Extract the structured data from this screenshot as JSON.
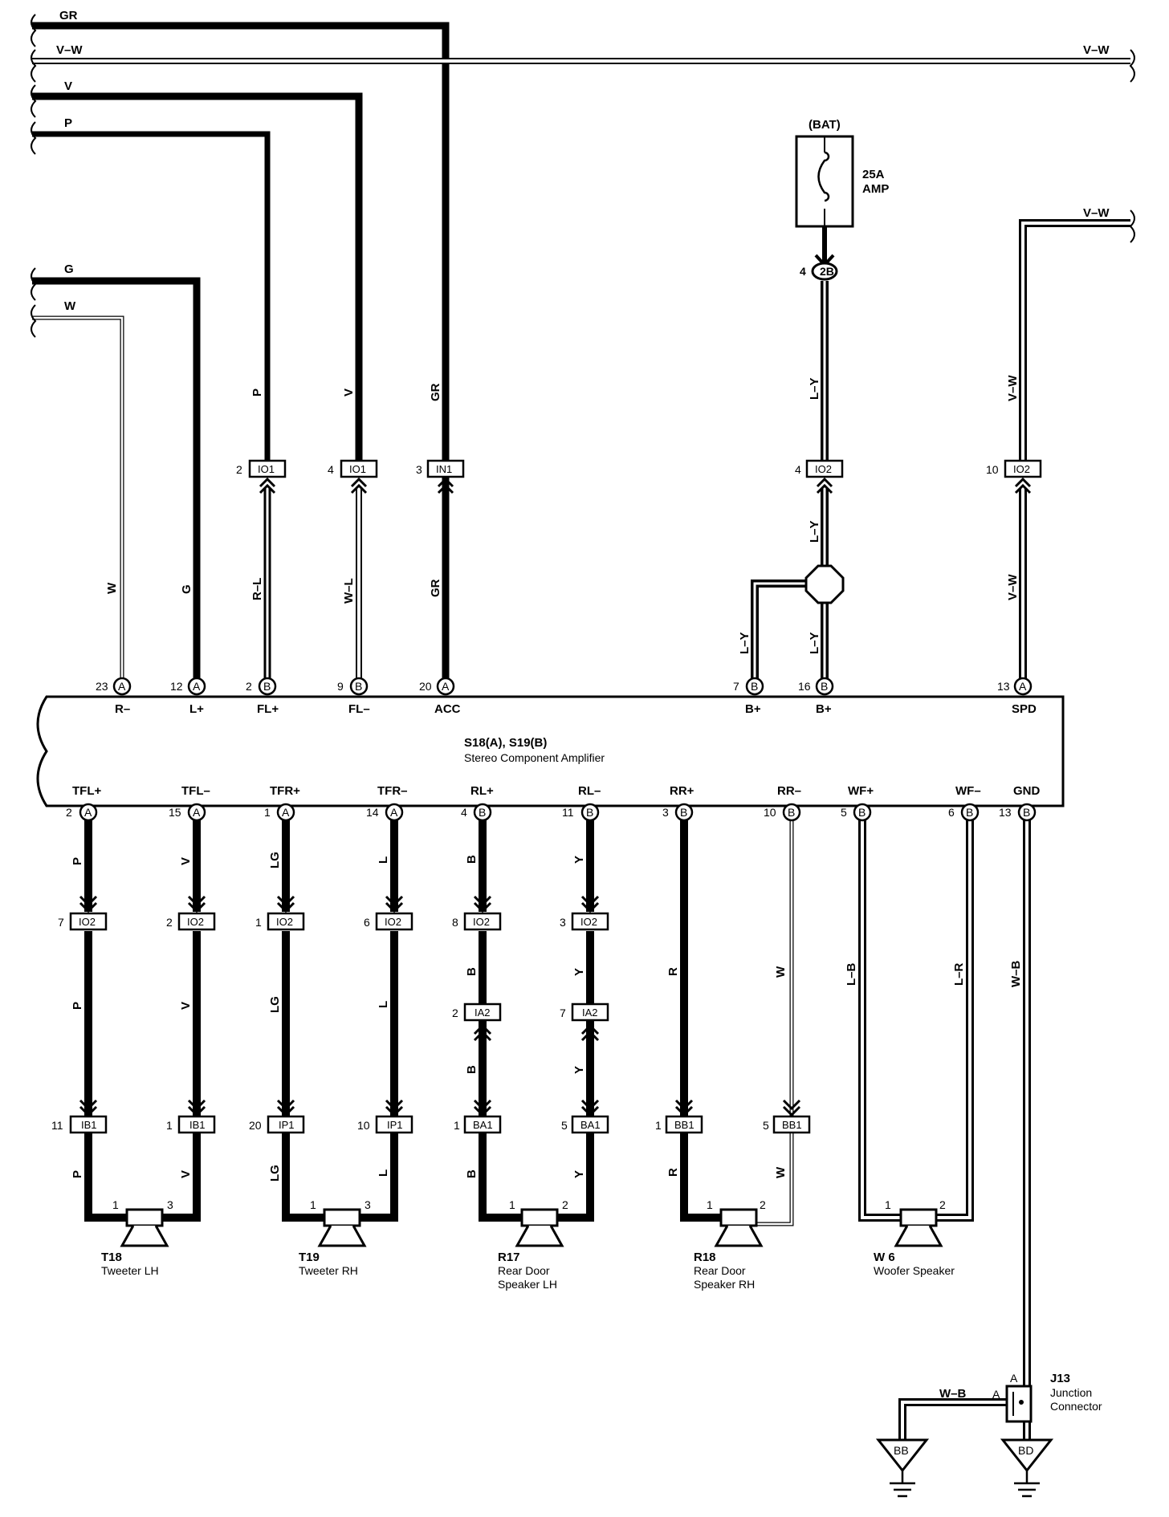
{
  "top_wires": [
    "GR",
    "V–W",
    "V",
    "P",
    "G",
    "W"
  ],
  "v_w_right_label": "V–W",
  "v_w_right2_label": "V–W",
  "fuse": {
    "source": "(BAT)",
    "rating": "25A",
    "name": "AMP"
  },
  "fuse_conn": {
    "pin": "4",
    "id": "2B"
  },
  "fuse_wire": "L–Y",
  "upper_wires": [
    {
      "id": "w-col",
      "above": "",
      "below": "W",
      "pin": "23",
      "letter": "A",
      "term": "R–"
    },
    {
      "id": "g-col",
      "above": "",
      "below": "G",
      "pin": "12",
      "letter": "A",
      "term": "L+"
    },
    {
      "id": "p-col",
      "above": "P",
      "conn_pin": "2",
      "conn": "IO1",
      "below": "R–L",
      "pin": "2",
      "letter": "B",
      "term": "FL+"
    },
    {
      "id": "v-col",
      "above": "V",
      "conn_pin": "4",
      "conn": "IO1",
      "below": "W–L",
      "pin": "9",
      "letter": "B",
      "term": "FL–"
    },
    {
      "id": "gr-col",
      "above": "GR",
      "conn_pin": "3",
      "conn": "IN1",
      "below": "GR",
      "pin": "20",
      "letter": "A",
      "term": "ACC"
    },
    {
      "id": "ly-col",
      "above": "L–Y",
      "conn_pin": "4",
      "conn": "IO2",
      "below": "L–Y",
      "pin": "16",
      "letter": "B",
      "term": "B+"
    },
    {
      "id": "vw-col",
      "above": "V–W",
      "conn_pin": "10",
      "conn": "IO2",
      "below": "V–W",
      "pin": "13",
      "letter": "A",
      "term": "SPD"
    }
  ],
  "ly_branch": {
    "wire": "L–Y",
    "pin": "7",
    "letter": "B",
    "term": "B+"
  },
  "amp": {
    "title": "S18(A), S19(B)",
    "name": "Stereo Component Amplifier"
  },
  "lower": [
    {
      "term": "TFL+",
      "pin": "2",
      "letter": "A",
      "w1": "P",
      "c1p": "7",
      "c1": "IO2",
      "w2": "P",
      "c3p": "11",
      "c3": "IB1",
      "w4": "P"
    },
    {
      "term": "TFL–",
      "pin": "15",
      "letter": "A",
      "w1": "V",
      "c1p": "2",
      "c1": "IO2",
      "w2": "V",
      "c3p": "1",
      "c3": "IB1",
      "w4": "V"
    },
    {
      "term": "TFR+",
      "pin": "1",
      "letter": "A",
      "w1": "LG",
      "c1p": "1",
      "c1": "IO2",
      "w2": "LG",
      "c3p": "20",
      "c3": "IP1",
      "w4": "LG"
    },
    {
      "term": "TFR–",
      "pin": "14",
      "letter": "A",
      "w1": "L",
      "c1p": "6",
      "c1": "IO2",
      "w2": "L",
      "c3p": "10",
      "c3": "IP1",
      "w4": "L"
    },
    {
      "term": "RL+",
      "pin": "4",
      "letter": "B",
      "w1": "B",
      "c1p": "8",
      "c1": "IO2",
      "w2": "B",
      "c2p": "2",
      "c2": "IA2",
      "w3": "B",
      "c3p": "1",
      "c3": "BA1",
      "w4": "B"
    },
    {
      "term": "RL–",
      "pin": "11",
      "letter": "B",
      "w1": "Y",
      "c1p": "3",
      "c1": "IO2",
      "w2": "Y",
      "c2p": "7",
      "c2": "IA2",
      "w3": "Y",
      "c3p": "5",
      "c3": "BA1",
      "w4": "Y"
    },
    {
      "term": "RR+",
      "pin": "3",
      "letter": "B",
      "w2": "R",
      "c3p": "1",
      "c3": "BB1",
      "w4": "R"
    },
    {
      "term": "RR–",
      "pin": "10",
      "letter": "B",
      "w2": "W",
      "c3p": "5",
      "c3": "BB1",
      "w4": "W"
    },
    {
      "term": "WF+",
      "pin": "5",
      "letter": "B",
      "w2": "L–B"
    },
    {
      "term": "WF–",
      "pin": "6",
      "letter": "B",
      "w2": "L–R"
    },
    {
      "term": "GND",
      "pin": "13",
      "letter": "B",
      "w2": "W–B"
    }
  ],
  "speakers": [
    {
      "id": "T18",
      "name": "Tweeter LH",
      "p1": "1",
      "p2": "3"
    },
    {
      "id": "T19",
      "name": "Tweeter RH",
      "p1": "1",
      "p2": "3"
    },
    {
      "id": "R17",
      "name": "Rear Door Speaker LH",
      "name1": "Rear Door",
      "name2": "Speaker LH",
      "p1": "1",
      "p2": "2"
    },
    {
      "id": "R18",
      "name": "Rear Door Speaker RH",
      "name1": "Rear Door",
      "name2": "Speaker RH",
      "p1": "1",
      "p2": "2"
    },
    {
      "id": "W 6",
      "name": "Woofer Speaker",
      "p1": "1",
      "p2": "2"
    }
  ],
  "junction": {
    "id": "J13",
    "name1": "Junction",
    "name2": "Connector",
    "pin_top": "A",
    "pin_left": "A",
    "wire": "W–B"
  },
  "grounds": [
    "BB",
    "BD"
  ]
}
